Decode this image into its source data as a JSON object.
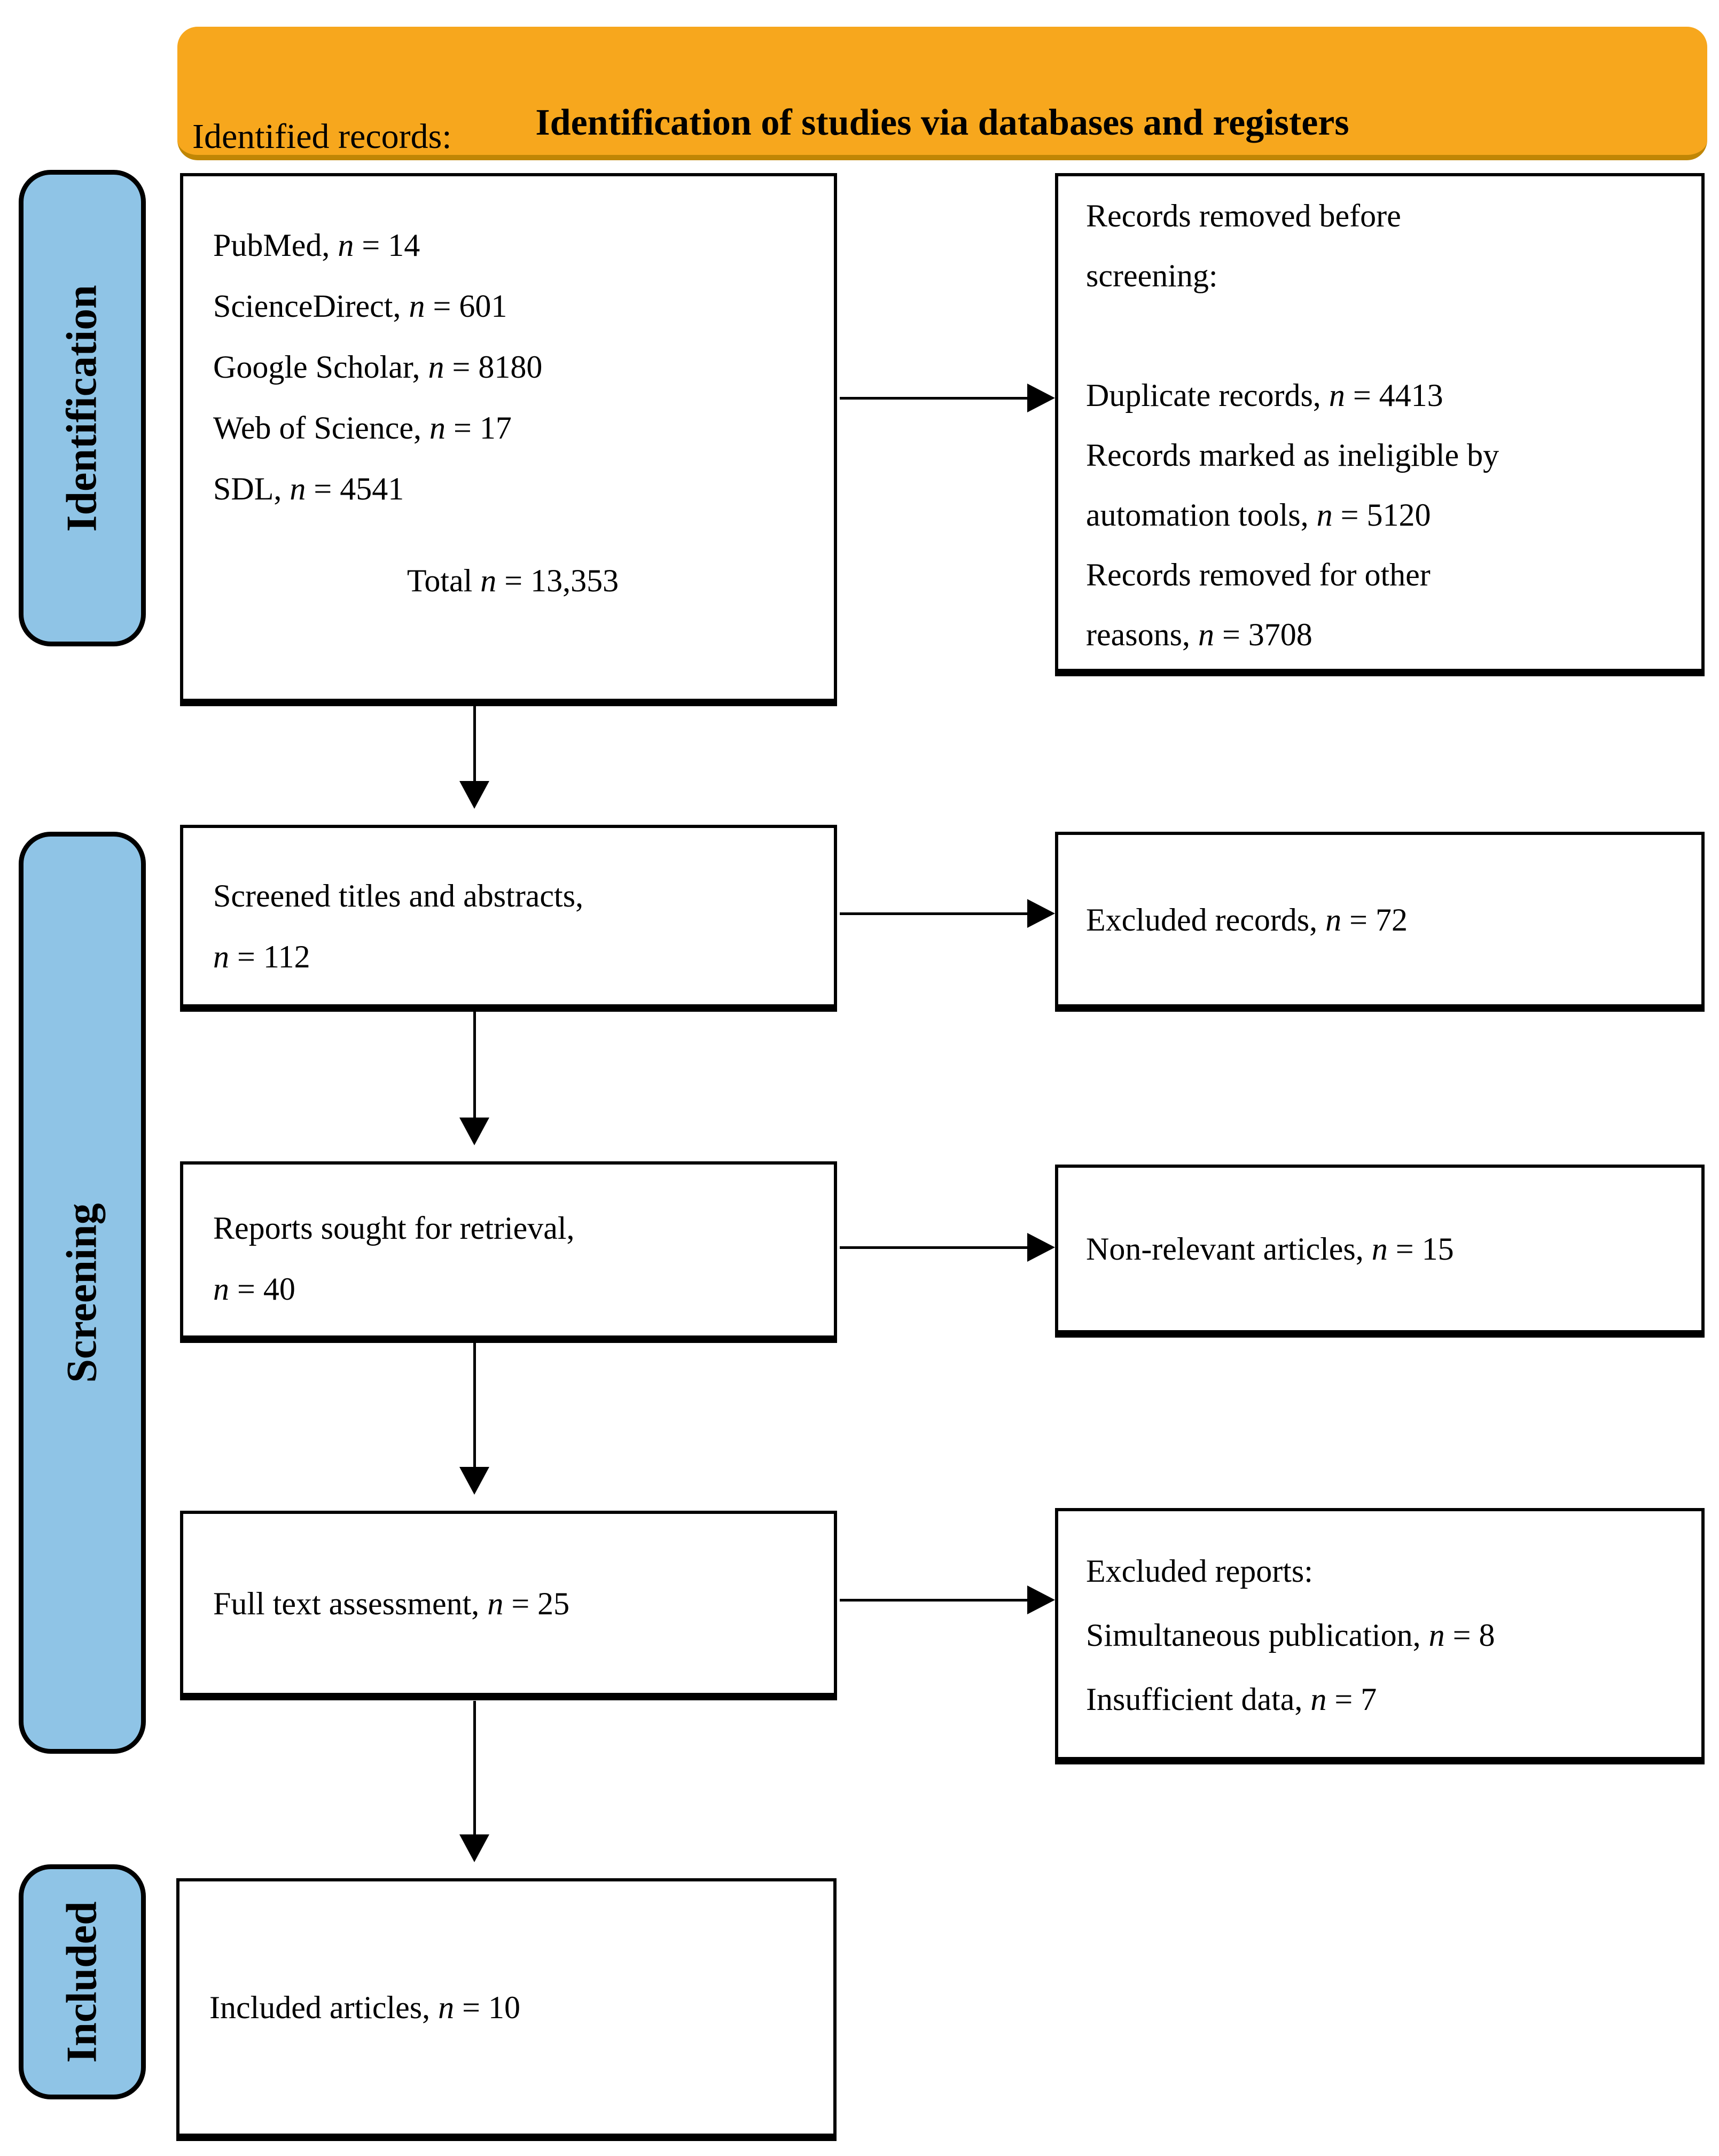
{
  "palette": {
    "banner_fill": "#F7A71D",
    "banner_edge": "#C08605",
    "stage_fill": "#8FC4E6",
    "ink": "#000000"
  },
  "banner": {
    "title": "Identification of studies via databases and registers",
    "overlay_label": "Identified records:"
  },
  "stages": [
    {
      "label": "Identification"
    },
    {
      "label": "Screening"
    },
    {
      "label": "Included"
    }
  ],
  "boxes": {
    "identified": {
      "lines": [
        "PubMed, n = 14",
        "ScienceDirect, n = 601",
        "Google Scholar, n = 8180",
        "Web of Science, n = 17",
        "SDL, n = 4541"
      ],
      "total": "Total n = 13,353"
    },
    "removed": {
      "lines": [
        "Records removed before",
        "screening:",
        "",
        "Duplicate records, n = 4413",
        "Records marked as ineligible by",
        "automation tools, n = 5120",
        "Records removed for other",
        "reasons, n = 3708"
      ]
    },
    "screened": {
      "lines": [
        "Screened titles and abstracts,",
        "n = 112"
      ]
    },
    "excluded_records": {
      "lines": [
        "Excluded records, n = 72"
      ]
    },
    "retrieval": {
      "lines": [
        "Reports sought for retrieval,",
        "n = 40"
      ]
    },
    "non_relevant": {
      "lines": [
        "Non-relevant articles, n = 15"
      ]
    },
    "full_text": {
      "lines": [
        "Full text assessment, n = 25"
      ]
    },
    "excluded_reports": {
      "lines": [
        "Excluded reports:",
        "Simultaneous publication, n = 8",
        "Insufficient data, n = 7"
      ]
    },
    "included": {
      "lines": [
        "Included articles, n = 10"
      ]
    }
  }
}
